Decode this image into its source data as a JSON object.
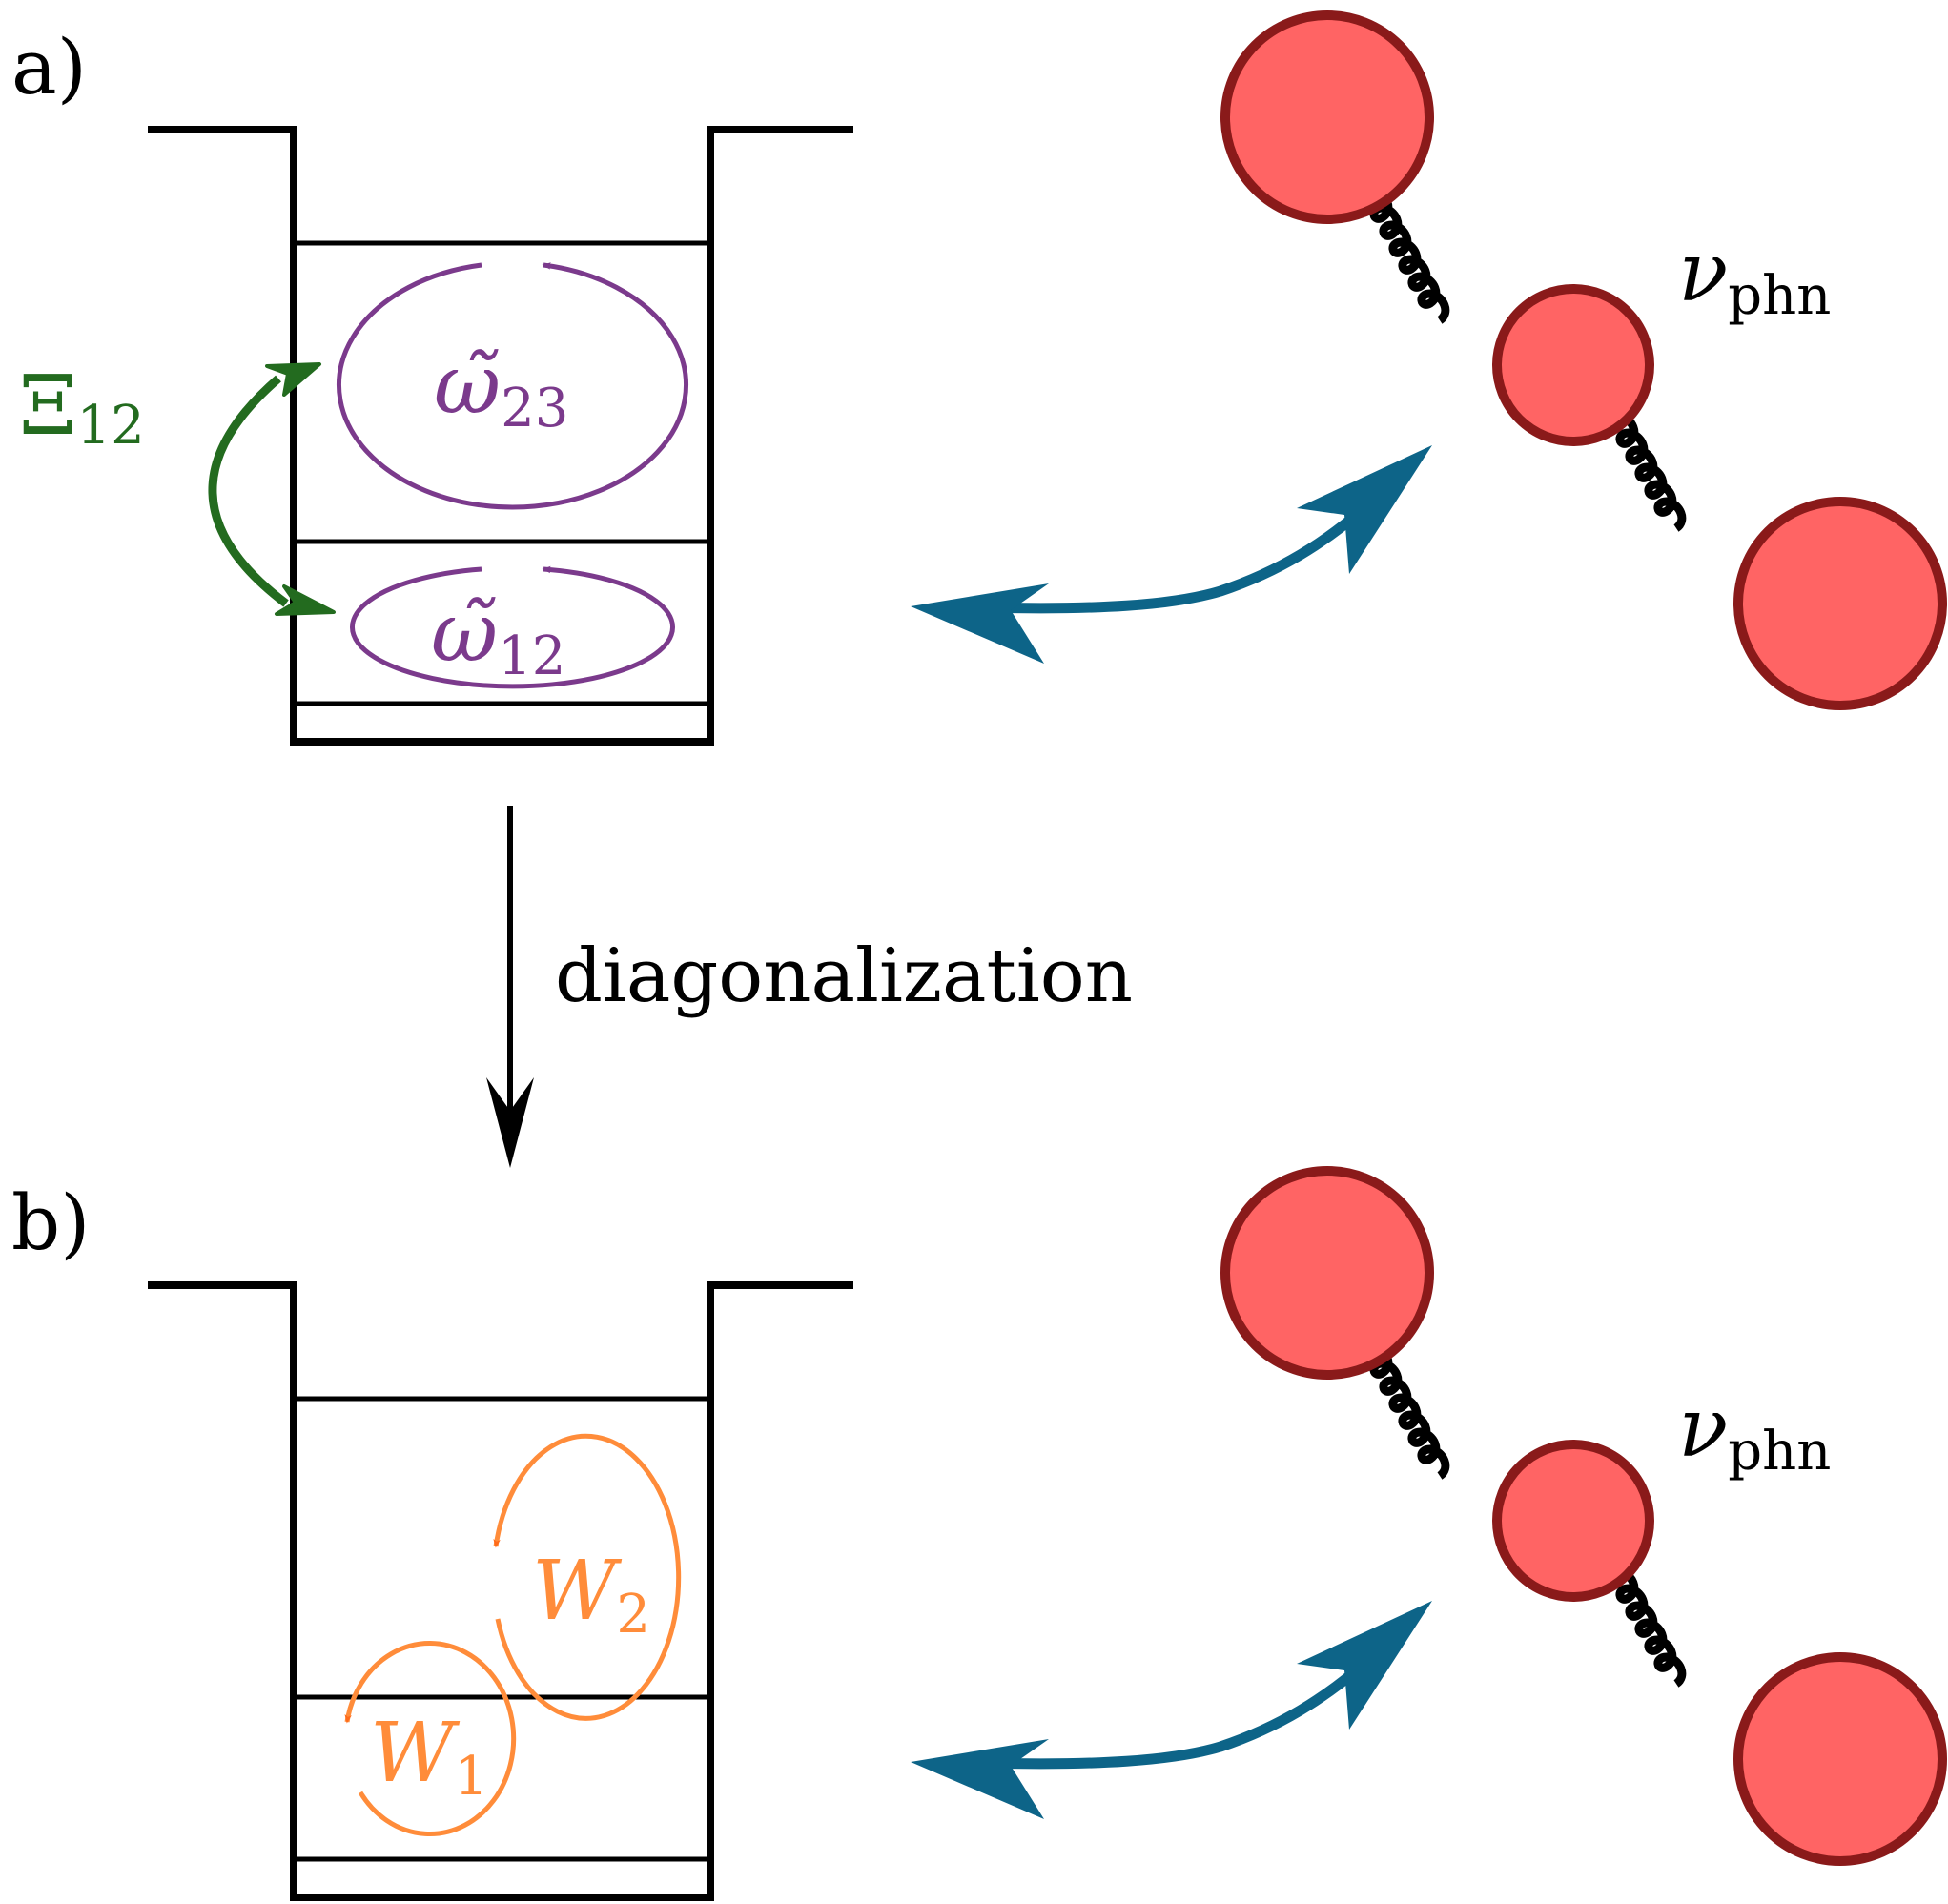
{
  "panel_a": {
    "label": "a)",
    "coupling": {
      "symbol": "Ξ",
      "sub": "12"
    },
    "loop_23": {
      "symbol": "ω̃",
      "sub": "23"
    },
    "loop_12": {
      "symbol": "ω̃",
      "sub": "12"
    },
    "phonon": {
      "symbol": "ν",
      "sub": "phn"
    }
  },
  "transition_label": "diagonalization",
  "panel_b": {
    "label": "b)",
    "loop_w2": {
      "symbol": "W",
      "sub": "2"
    },
    "loop_w1": {
      "symbol": "W",
      "sub": "1"
    },
    "phonon": {
      "symbol": "ν",
      "sub": "phn"
    }
  },
  "colors": {
    "well": "#000000",
    "loop_purple": "#7b3a8c",
    "coupling_green": "#236b1f",
    "wannier_orange": "#ff8c3a",
    "arrow_blue": "#0d6488",
    "atom_fill": "#ff6464",
    "atom_stroke": "#8a1a1a",
    "spring": "#000000"
  }
}
